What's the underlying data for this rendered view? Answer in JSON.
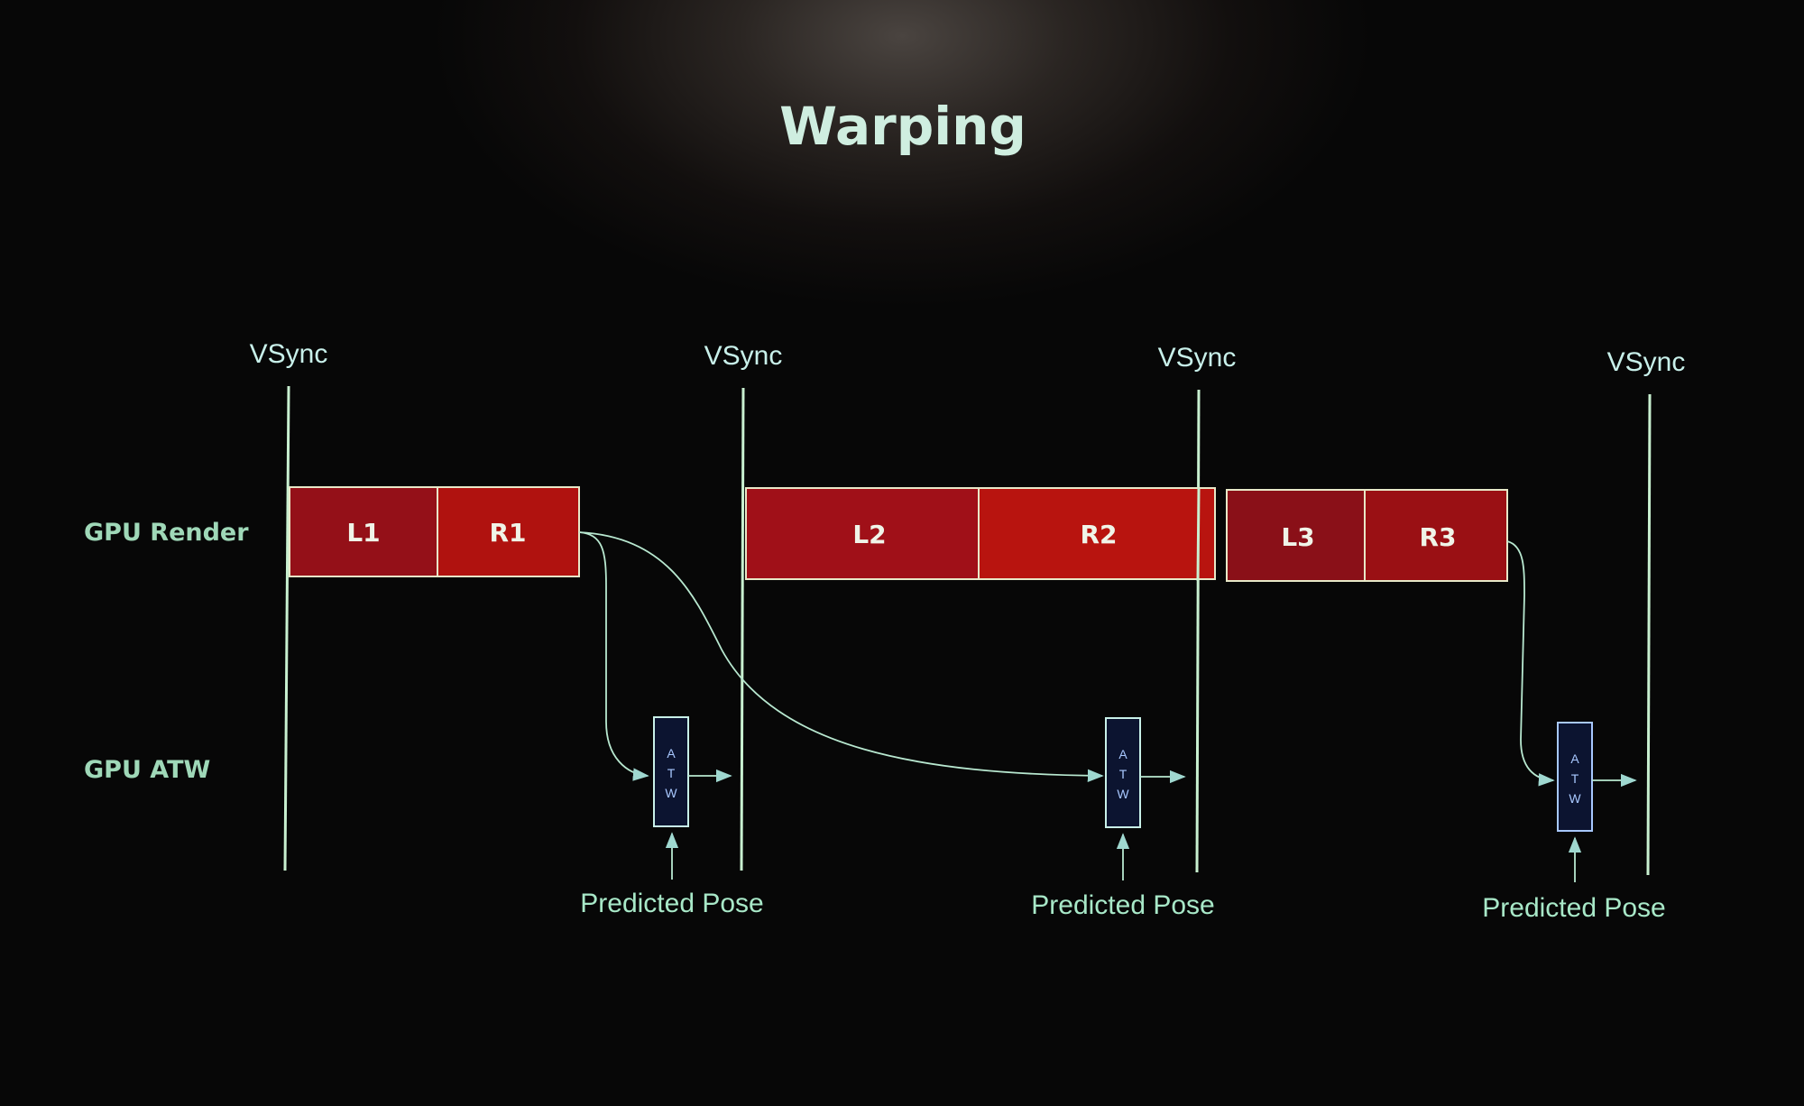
{
  "title": "Warping",
  "vsync_labels": [
    "VSync",
    "VSync",
    "VSync",
    "VSync"
  ],
  "rows": {
    "render": "GPU Render",
    "atw": "GPU ATW"
  },
  "blocks": [
    "L1",
    "R1",
    "L2",
    "R2",
    "L3",
    "R3"
  ],
  "atw_letters": [
    "A",
    "T",
    "W"
  ],
  "predicted_pose": [
    "Predicted Pose",
    "Predicted Pose",
    "Predicted Pose"
  ],
  "colors": {
    "block_fill": "#9a1016",
    "block_fill_bright": "#b8120e",
    "atw_fill": "#0c1430",
    "line": "#c8f0d0"
  }
}
